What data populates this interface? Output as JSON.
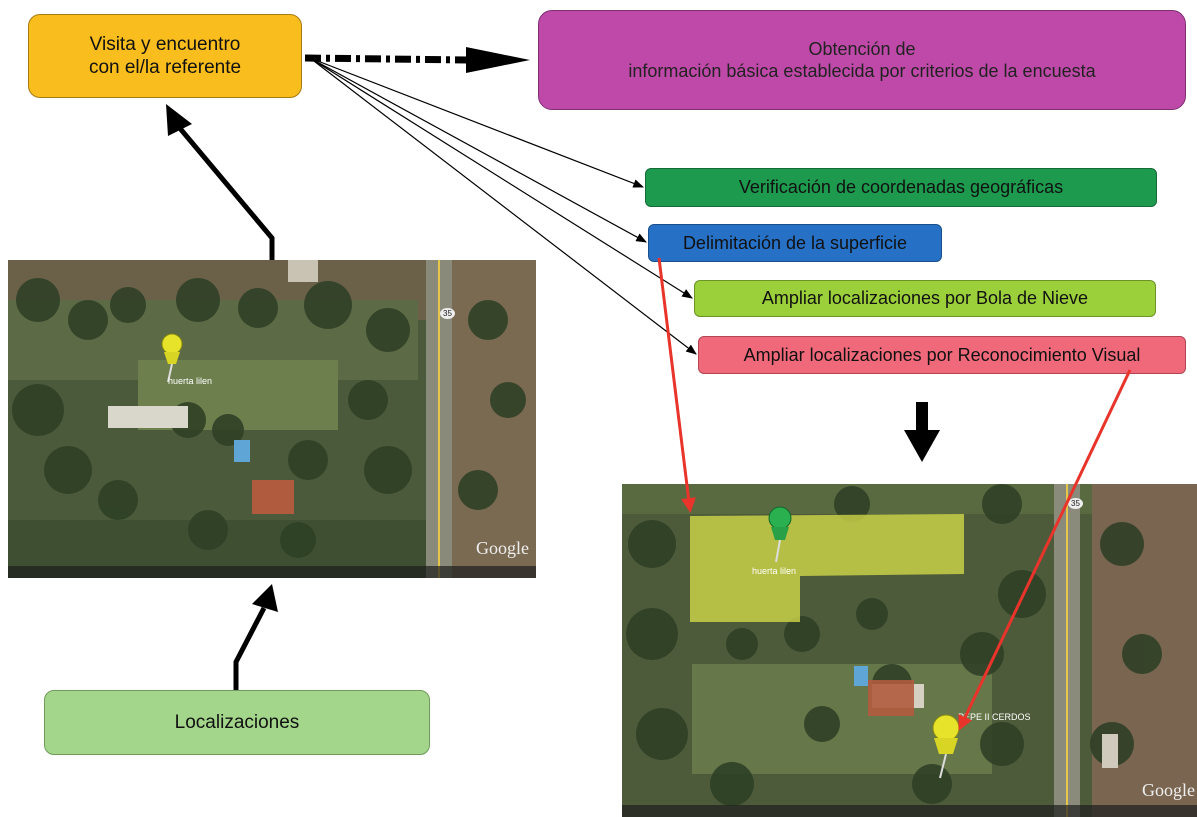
{
  "boxes": {
    "visita": {
      "line1": "Visita y encuentro",
      "line2": "con el/la referente"
    },
    "obtencion": {
      "line1": "Obtención de",
      "line2": "información básica establecida por criterios de la encuesta"
    },
    "verificacion": "Verificación de coordenadas geográficas",
    "delimitacion": "Delimitación de la superficie",
    "bola_nieve": "Ampliar localizaciones por Bola de Nieve",
    "reconocimiento": "Ampliar localizaciones por Reconocimiento Visual",
    "localizaciones": "Localizaciones"
  },
  "map_left": {
    "pin_label": "huerta lilen",
    "road_number": "35",
    "watermark": "Google"
  },
  "map_right": {
    "pin_label_1": "huerta lilen",
    "pin_label_2": "PEPE II CERDOS",
    "road_number": "35",
    "watermark": "Google"
  },
  "colors": {
    "visita": "#f9bd1d",
    "obtencion": "#bf49a8",
    "verificacion": "#1d9a4e",
    "delimitacion": "#2670c6",
    "bola_nieve": "#9cd03b",
    "reconocimiento": "#f0697a",
    "localizaciones": "#a3d68b",
    "red_arrow": "#e8342a",
    "polygon": "#d9e04a"
  }
}
